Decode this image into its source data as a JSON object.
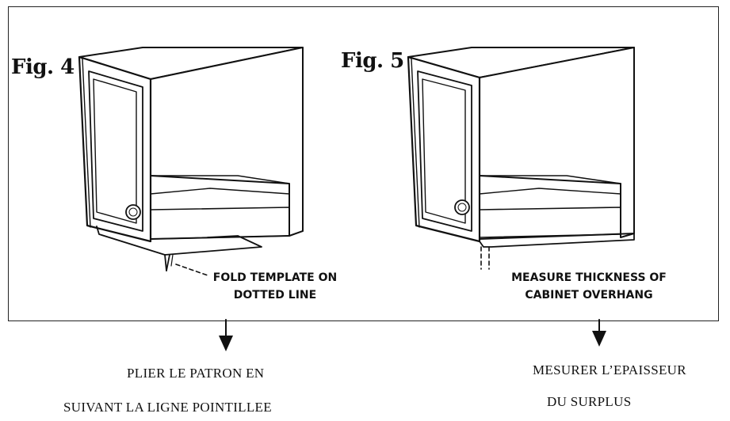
{
  "fig4": {
    "label": "Fig. 4",
    "caption_line1": "FOLD TEMPLATE ON",
    "caption_line2": "DOTTED LINE"
  },
  "fig5": {
    "label": "Fig. 5",
    "caption_line1": "MEASURE THICKNESS OF",
    "caption_line2": "CABINET OVERHANG"
  },
  "french_left": {
    "line1": "PLIER LE PATRON EN",
    "line2": "SUIVANT LA LIGNE    POINTILLEE"
  },
  "french_right": {
    "line1": "MESURER L’EPAISSEUR",
    "line2": "DU SURPLUS"
  }
}
